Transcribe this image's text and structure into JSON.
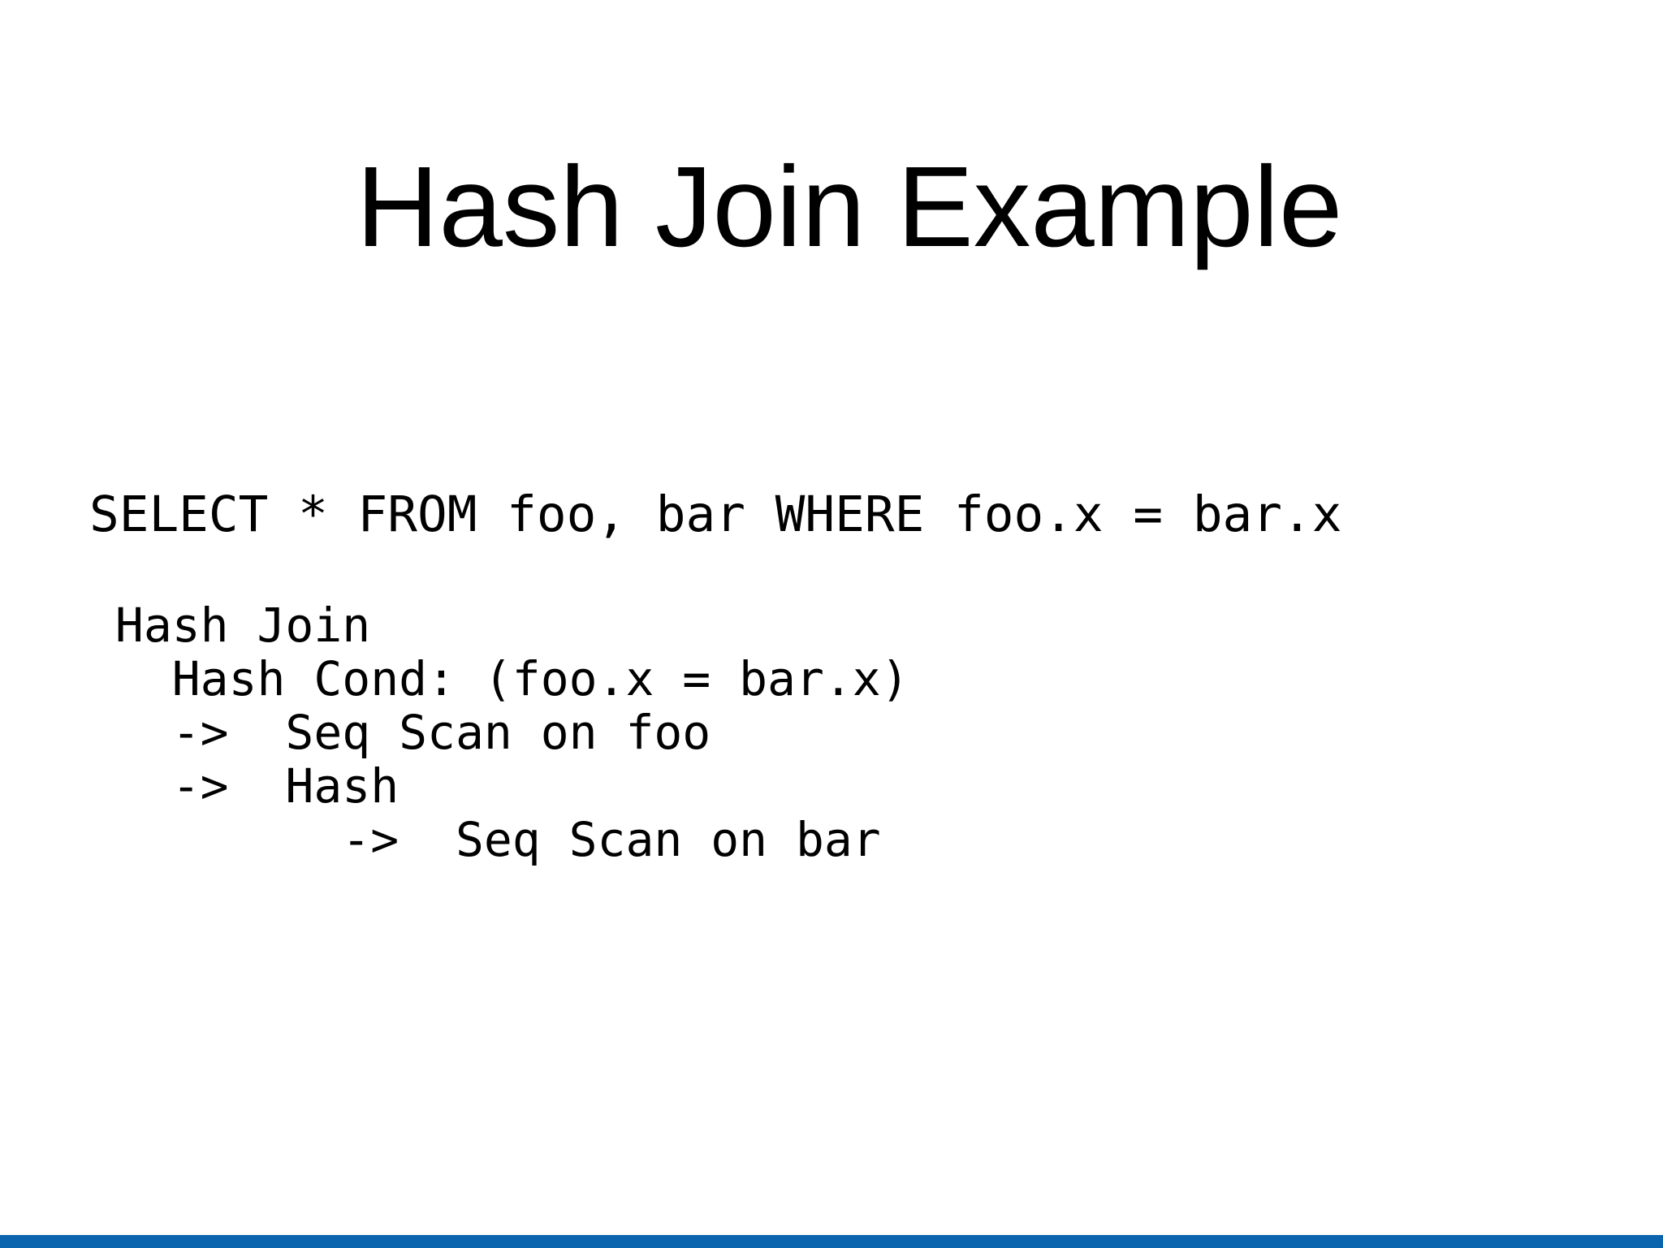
{
  "slide": {
    "title": "Hash Join Example",
    "background_color": "#ffffff",
    "text_color": "#000000",
    "footer_bar_color": "#0b64ae"
  },
  "sql_query": "SELECT * FROM foo, bar WHERE foo.x = bar.x",
  "explain_plan": {
    "lines": [
      " Hash Join",
      "   Hash Cond: (foo.x = bar.x)",
      "   ->  Seq Scan on foo",
      "   ->  Hash",
      "         ->  Seq Scan on bar"
    ]
  }
}
